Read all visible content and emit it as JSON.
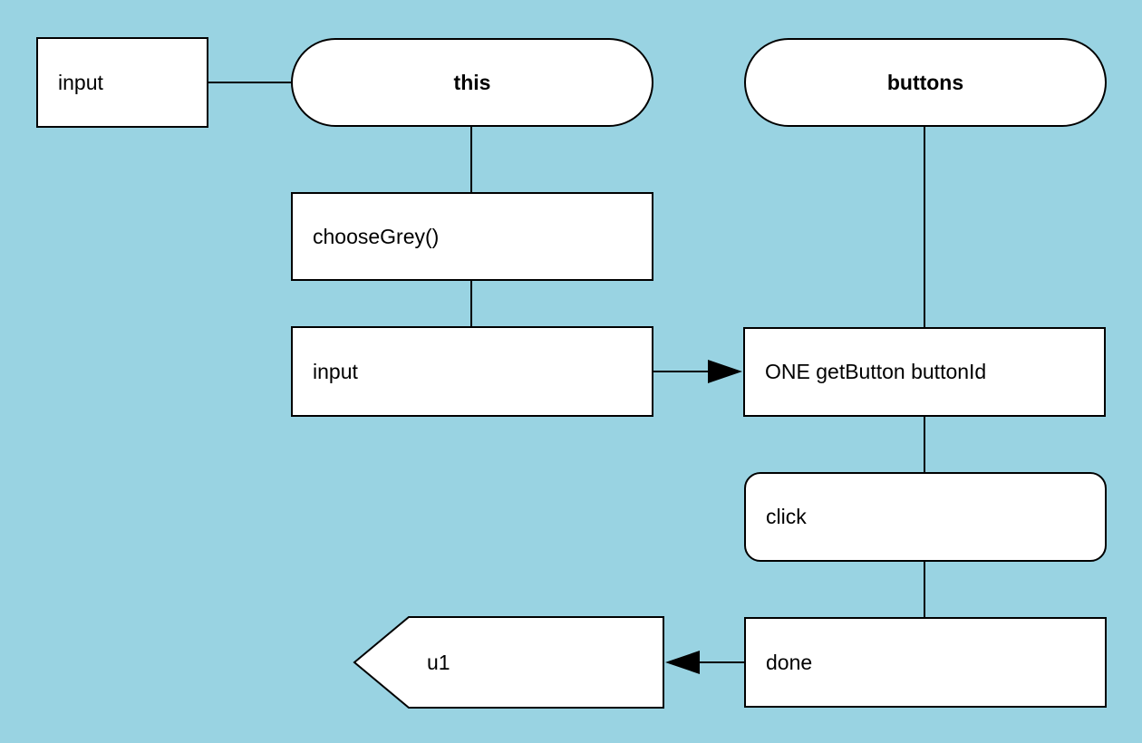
{
  "diagram": {
    "background_color": "#99d3e2",
    "node_fill_color": "#ffffff",
    "stroke_color": "#000000"
  },
  "nodes": {
    "input_left": {
      "label": "input",
      "shape": "rectangle"
    },
    "this_lifeline": {
      "label": "this",
      "shape": "pill"
    },
    "choose_grey": {
      "label": "chooseGrey()",
      "shape": "rectangle"
    },
    "input_message": {
      "label": "input",
      "shape": "rectangle"
    },
    "buttons_lifeline": {
      "label": "buttons",
      "shape": "pill"
    },
    "get_button": {
      "label": "ONE getButton buttonId",
      "shape": "rectangle"
    },
    "click": {
      "label": "click",
      "shape": "rounded-rectangle"
    },
    "done": {
      "label": "done",
      "shape": "rectangle"
    },
    "u1_output": {
      "label": "u1",
      "shape": "left-pointed-pentagon"
    }
  }
}
